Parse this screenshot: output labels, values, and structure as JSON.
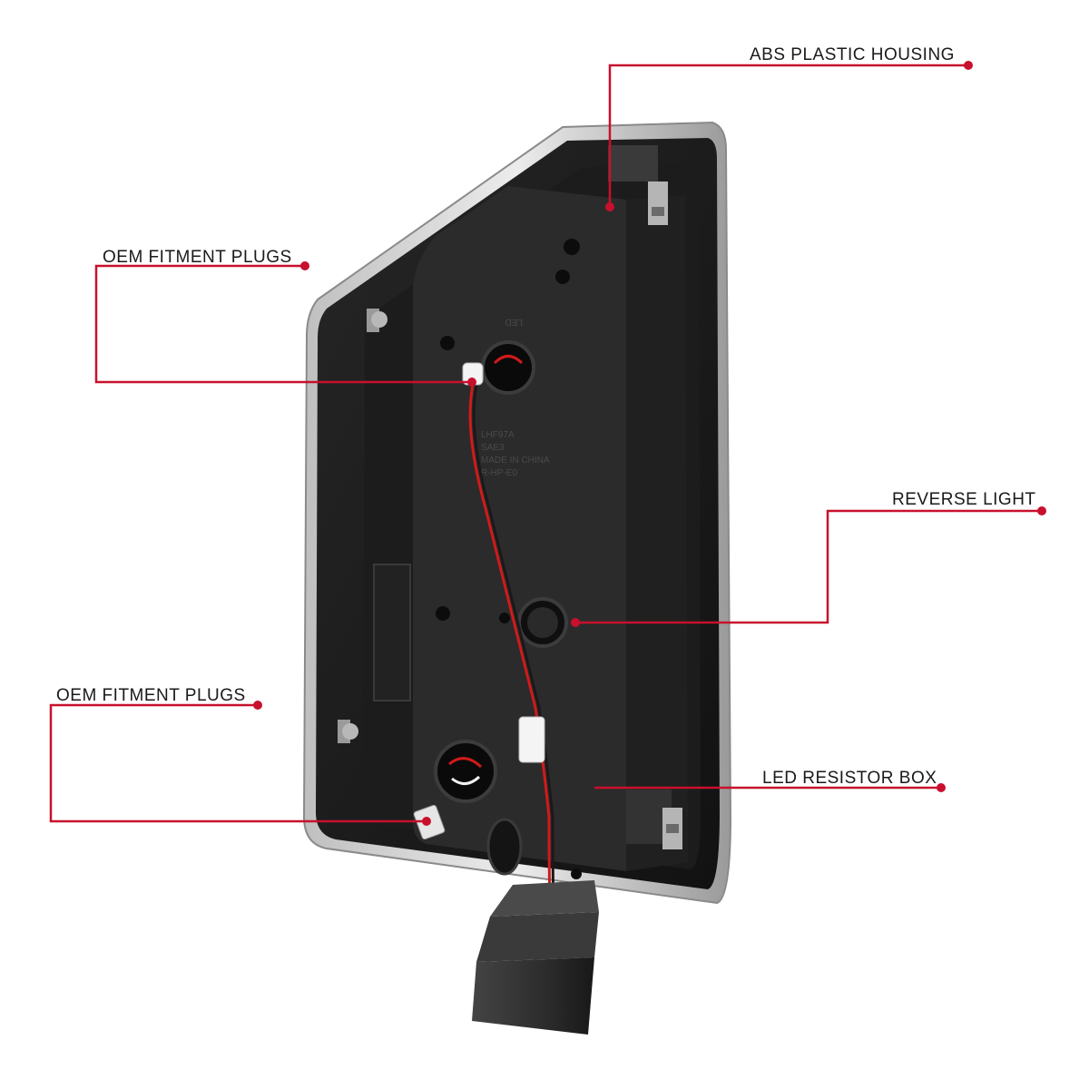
{
  "callouts": {
    "housing": {
      "label": "ABS PLASTIC HOUSING"
    },
    "plugs_top": {
      "label": "OEM FITMENT PLUGS"
    },
    "reverse": {
      "label": "REVERSE LIGHT"
    },
    "plugs_bottom": {
      "label": "OEM FITMENT PLUGS"
    },
    "resistor": {
      "label": "LED RESISTOR BOX"
    }
  },
  "colors": {
    "background": "#ffffff",
    "callout_line": "#c8102e",
    "housing_dark": "#151515",
    "housing_mid": "#2e2e2e",
    "wire_red": "#d11a1a",
    "wire_white": "#f2f2f2"
  },
  "housing": {
    "molded_text": [
      "LED",
      "LHF97A",
      "SAE3",
      "MADE IN CHINA",
      "R-HP-E0"
    ]
  }
}
